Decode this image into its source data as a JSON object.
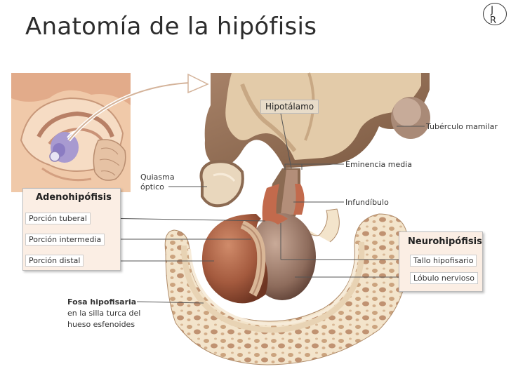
{
  "title": "Anatomía de la hipófisis",
  "logo": {
    "letter1": "J",
    "letter2": "R"
  },
  "labels": {
    "hipotalamo": "Hipotálamo",
    "tuberculo": "Tubérculo mamilar",
    "eminencia": "Eminencia media",
    "quiasma_1": "Quiasma",
    "quiasma_2": "óptico",
    "infundibulo": "Infundíbulo"
  },
  "adeno": {
    "title": "Adenohipófisis",
    "items": [
      "Porción tuberal",
      "Porción intermedia",
      "Porción distal"
    ]
  },
  "neuro": {
    "title": "Neurohipófisis",
    "items": [
      "Tallo hipofisario",
      "Lóbulo nervioso"
    ]
  },
  "fosa": {
    "title": "Fosa hipofisaria",
    "line1": "en la silla turca del",
    "line2": "hueso esfenoides"
  },
  "colors": {
    "brain_brown": "#8b6a52",
    "tissue_beige": "#e9d7bd",
    "gland_brown": "#a45a3e",
    "bone": "#f1e1c6",
    "bone_spots": "#c79f79",
    "panel_bg": "#fbeee4"
  }
}
